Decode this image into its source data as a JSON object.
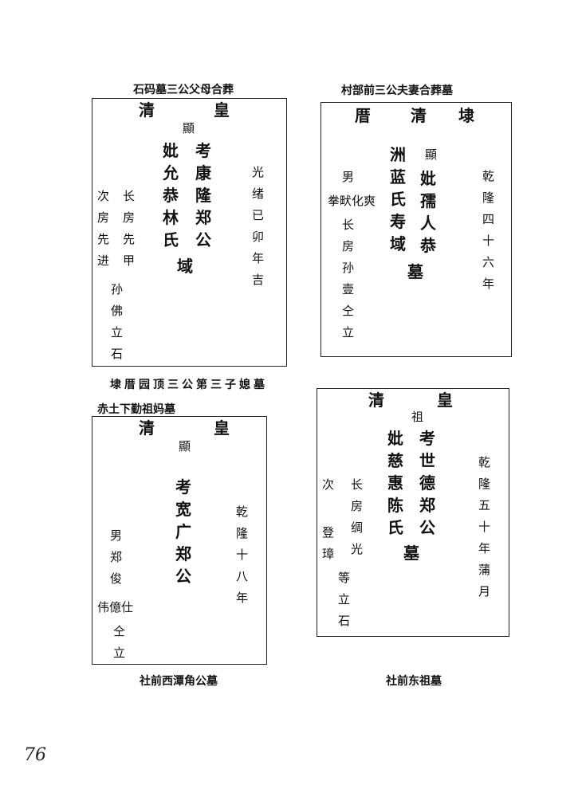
{
  "captions": {
    "a": "石码墓三公父母合葬",
    "b": "村部前三公夫妻合葬墓",
    "c": "埭厝园顶三公第三子媳墓",
    "d": "赤土下勤祖妈墓",
    "e": "社前西潭角公墓",
    "f": "社前东祖墓"
  },
  "tablet1": {
    "h1": "清",
    "h2": "皇",
    "xian": "顯",
    "c1": "考康隆郑公",
    "c2": "妣允恭林氏",
    "tomb": "域",
    "date": "光绪已卯年吉",
    "s1": "长房先甲",
    "s2": "次房先进",
    "g": "孙佛立石"
  },
  "tablet2": {
    "h1": "厝",
    "h2": "清",
    "h3": "埭",
    "xian": "顯",
    "c1": "妣孺人恭",
    "c2": "洲蓝氏寿域",
    "tomb": "墓",
    "date": "乾隆四十六年",
    "s1": "男",
    "s2": "拳畎化爽",
    "g": "长房孙壹仝立"
  },
  "tablet3": {
    "h1": "清",
    "h2": "皇",
    "xian": "顯",
    "c1": "考宽广郑公",
    "date": "乾隆十八年",
    "s1": "男郑俊",
    "s2": "伟億仕",
    "g": "仝立"
  },
  "tablet4": {
    "h1": "清",
    "h2": "皇",
    "zu": "祖",
    "c1": "考世德郑公",
    "c2": "妣慈惠陈氏",
    "tomb": "墓",
    "date": "乾隆五十年蒲月",
    "s1": "长房绸光",
    "s2": "次",
    "s3": "登璋",
    "g": "等立石"
  },
  "page_number": "76"
}
